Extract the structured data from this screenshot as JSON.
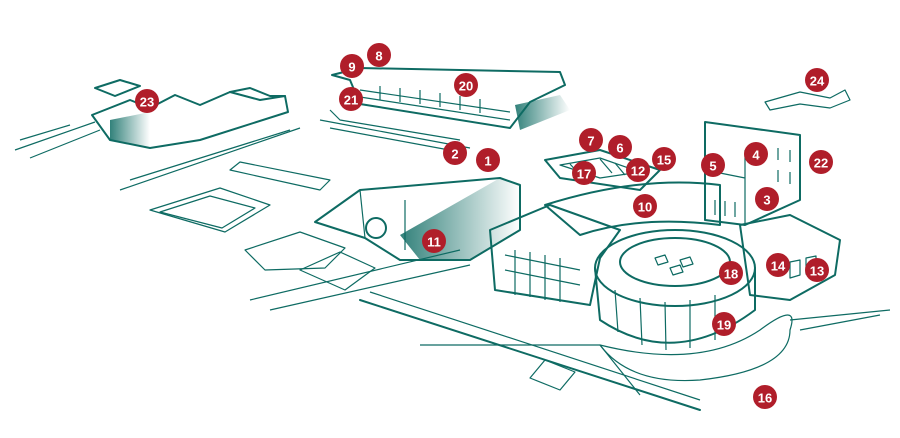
{
  "colors": {
    "line": "#0e6b63",
    "marker": "#b01e2a",
    "marker_text": "#ffffff",
    "background": "#ffffff"
  },
  "markers": [
    {
      "id": "marker-1",
      "label": "1"
    },
    {
      "id": "marker-2",
      "label": "2"
    },
    {
      "id": "marker-3",
      "label": "3"
    },
    {
      "id": "marker-4",
      "label": "4"
    },
    {
      "id": "marker-5",
      "label": "5"
    },
    {
      "id": "marker-6",
      "label": "6"
    },
    {
      "id": "marker-7",
      "label": "7"
    },
    {
      "id": "marker-8",
      "label": "8"
    },
    {
      "id": "marker-9",
      "label": "9"
    },
    {
      "id": "marker-10",
      "label": "10"
    },
    {
      "id": "marker-11",
      "label": "11"
    },
    {
      "id": "marker-12",
      "label": "12"
    },
    {
      "id": "marker-13",
      "label": "13"
    },
    {
      "id": "marker-14",
      "label": "14"
    },
    {
      "id": "marker-15",
      "label": "15"
    },
    {
      "id": "marker-16",
      "label": "16"
    },
    {
      "id": "marker-17",
      "label": "17"
    },
    {
      "id": "marker-18",
      "label": "18"
    },
    {
      "id": "marker-19",
      "label": "19"
    },
    {
      "id": "marker-20",
      "label": "20"
    },
    {
      "id": "marker-21",
      "label": "21"
    },
    {
      "id": "marker-22",
      "label": "22"
    },
    {
      "id": "marker-23",
      "label": "23"
    },
    {
      "id": "marker-24",
      "label": "24"
    }
  ]
}
